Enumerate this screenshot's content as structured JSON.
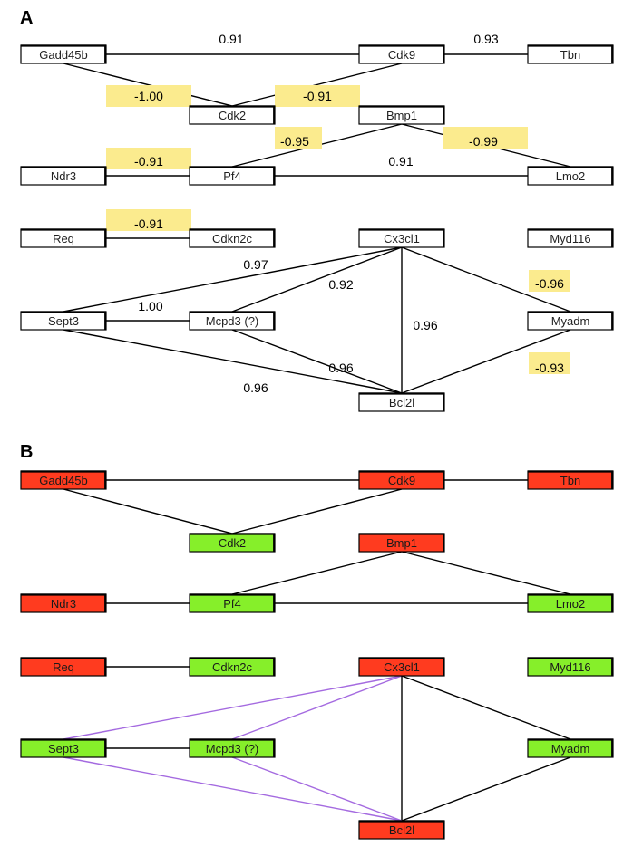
{
  "colors": {
    "up": "#ff3b1f",
    "down": "#86ef2a",
    "highlight": "#fbeb8e",
    "line": "#000000",
    "alt_line": "#a46ae0"
  },
  "panels": [
    {
      "letter": "A",
      "nodes": [
        {
          "id": "gadd45b",
          "label": "Gadd45b"
        },
        {
          "id": "cdk9",
          "label": "Cdk9"
        },
        {
          "id": "tbn",
          "label": "Tbn"
        },
        {
          "id": "cdk2",
          "label": "Cdk2"
        },
        {
          "id": "bmp1",
          "label": "Bmp1"
        },
        {
          "id": "ndr3",
          "label": "Ndr3"
        },
        {
          "id": "pf4",
          "label": "Pf4"
        },
        {
          "id": "lmo2",
          "label": "Lmo2"
        },
        {
          "id": "req",
          "label": "Req"
        },
        {
          "id": "cdkn2c",
          "label": "Cdkn2c"
        },
        {
          "id": "cx3cl1",
          "label": "Cx3cl1"
        },
        {
          "id": "myd116",
          "label": "Myd116"
        },
        {
          "id": "sept3",
          "label": "Sept3"
        },
        {
          "id": "mcpd3",
          "label": "Mcpd3 (?)"
        },
        {
          "id": "myadm",
          "label": "Myadm"
        },
        {
          "id": "bcl2l",
          "label": "Bcl2l"
        }
      ],
      "edges": [
        {
          "from": "gadd45b",
          "to": "cdk9",
          "label": "0.91",
          "highlight": false
        },
        {
          "from": "cdk9",
          "to": "tbn",
          "label": "0.93",
          "highlight": false
        },
        {
          "from": "gadd45b",
          "to": "cdk2",
          "label": "-1.00",
          "highlight": true
        },
        {
          "from": "cdk9",
          "to": "cdk2",
          "label": "-0.91",
          "highlight": true
        },
        {
          "from": "bmp1",
          "to": "pf4",
          "label": "-0.95",
          "highlight": true
        },
        {
          "from": "bmp1",
          "to": "lmo2",
          "label": "-0.99",
          "highlight": true
        },
        {
          "from": "ndr3",
          "to": "pf4",
          "label": "-0.91",
          "highlight": true
        },
        {
          "from": "pf4",
          "to": "lmo2",
          "label": "0.91",
          "highlight": false
        },
        {
          "from": "req",
          "to": "cdkn2c",
          "label": "-0.91",
          "highlight": true
        },
        {
          "from": "cx3cl1",
          "to": "sept3",
          "label": "0.97",
          "highlight": false
        },
        {
          "from": "cx3cl1",
          "to": "mcpd3",
          "label": "0.92",
          "highlight": false
        },
        {
          "from": "cx3cl1",
          "to": "bcl2l",
          "label": "0.96",
          "highlight": false
        },
        {
          "from": "cx3cl1",
          "to": "myadm",
          "label": "-0.96",
          "highlight": true
        },
        {
          "from": "sept3",
          "to": "mcpd3",
          "label": "1.00",
          "highlight": false
        },
        {
          "from": "sept3",
          "to": "bcl2l",
          "label": "0.96",
          "highlight": false
        },
        {
          "from": "mcpd3",
          "to": "bcl2l",
          "label": "0.96",
          "highlight": false
        },
        {
          "from": "myadm",
          "to": "bcl2l",
          "label": "-0.93",
          "highlight": true
        }
      ]
    },
    {
      "letter": "B",
      "nodes": [
        {
          "id": "gadd45b",
          "label": "Gadd45b",
          "status": "up"
        },
        {
          "id": "cdk9",
          "label": "Cdk9",
          "status": "up"
        },
        {
          "id": "tbn",
          "label": "Tbn",
          "status": "up"
        },
        {
          "id": "cdk2",
          "label": "Cdk2",
          "status": "down"
        },
        {
          "id": "bmp1",
          "label": "Bmp1",
          "status": "up"
        },
        {
          "id": "ndr3",
          "label": "Ndr3",
          "status": "up"
        },
        {
          "id": "pf4",
          "label": "Pf4",
          "status": "down"
        },
        {
          "id": "lmo2",
          "label": "Lmo2",
          "status": "down"
        },
        {
          "id": "req",
          "label": "Req",
          "status": "up"
        },
        {
          "id": "cdkn2c",
          "label": "Cdkn2c",
          "status": "down"
        },
        {
          "id": "cx3cl1",
          "label": "Cx3cl1",
          "status": "up"
        },
        {
          "id": "myd116",
          "label": "Myd116",
          "status": "down"
        },
        {
          "id": "sept3",
          "label": "Sept3",
          "status": "down"
        },
        {
          "id": "mcpd3",
          "label": "Mcpd3 (?)",
          "status": "down"
        },
        {
          "id": "myadm",
          "label": "Myadm",
          "status": "down"
        },
        {
          "id": "bcl2l",
          "label": "Bcl2l",
          "status": "up"
        }
      ],
      "edges": [
        {
          "from": "gadd45b",
          "to": "cdk9",
          "style": "plain"
        },
        {
          "from": "cdk9",
          "to": "tbn",
          "style": "plain"
        },
        {
          "from": "gadd45b",
          "to": "cdk2",
          "style": "plain"
        },
        {
          "from": "cdk9",
          "to": "cdk2",
          "style": "plain"
        },
        {
          "from": "bmp1",
          "to": "pf4",
          "style": "plain"
        },
        {
          "from": "bmp1",
          "to": "lmo2",
          "style": "plain"
        },
        {
          "from": "ndr3",
          "to": "pf4",
          "style": "plain"
        },
        {
          "from": "pf4",
          "to": "lmo2",
          "style": "plain"
        },
        {
          "from": "req",
          "to": "cdkn2c",
          "style": "plain"
        },
        {
          "from": "cx3cl1",
          "to": "sept3",
          "style": "alt"
        },
        {
          "from": "cx3cl1",
          "to": "mcpd3",
          "style": "alt"
        },
        {
          "from": "cx3cl1",
          "to": "bcl2l",
          "style": "plain"
        },
        {
          "from": "cx3cl1",
          "to": "myadm",
          "style": "plain"
        },
        {
          "from": "sept3",
          "to": "mcpd3",
          "style": "plain"
        },
        {
          "from": "sept3",
          "to": "bcl2l",
          "style": "alt"
        },
        {
          "from": "mcpd3",
          "to": "bcl2l",
          "style": "alt"
        },
        {
          "from": "myadm",
          "to": "bcl2l",
          "style": "plain"
        }
      ]
    }
  ]
}
